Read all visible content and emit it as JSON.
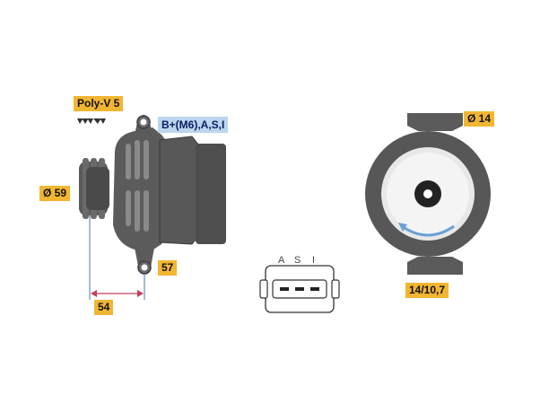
{
  "labels": {
    "belt": "Poly-V 5",
    "terminals": "B+(M6),A,S,I",
    "pulley_diameter": "Ø 59",
    "mount_bottom": "57",
    "length": "54",
    "mount_hole": "Ø 14",
    "width": "14/10,7"
  },
  "connector_pins": [
    "A",
    "S",
    "I"
  ],
  "colors": {
    "label_bg": "#f2b632",
    "terminal_bg": "#bcd6ee",
    "housing": "#555555",
    "dimension_line": "#c0405a"
  }
}
